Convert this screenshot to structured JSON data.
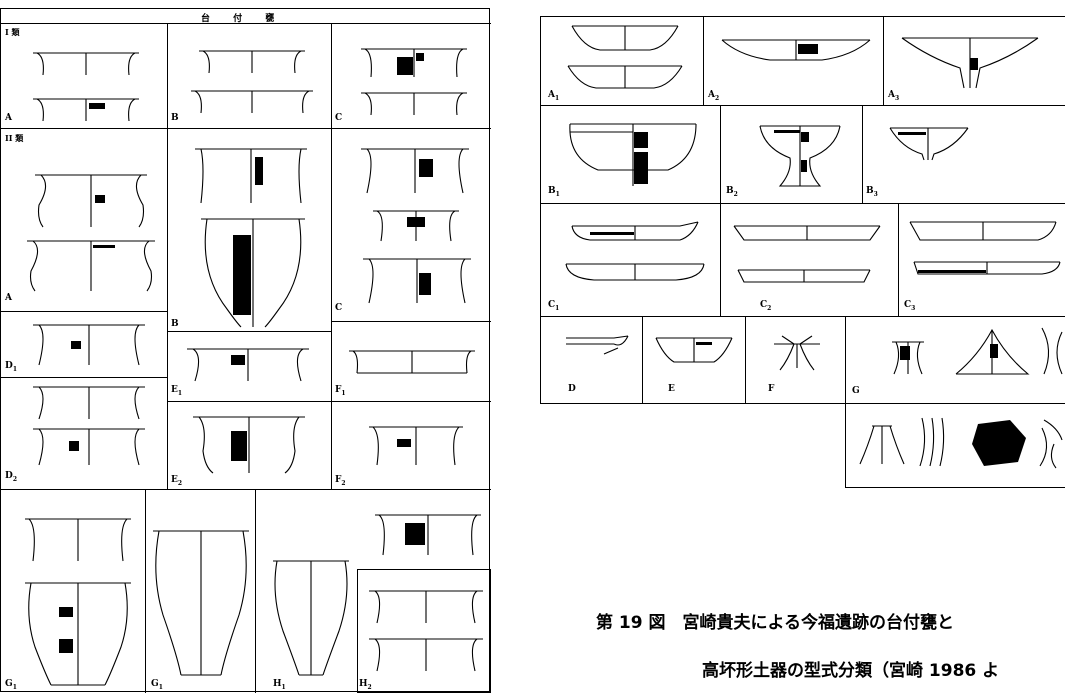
{
  "left_figure": {
    "header": "台 付 甕",
    "class_1": "I 類",
    "class_2": "II 類",
    "labels": {
      "I_A": "A",
      "I_B": "B",
      "I_C": "C",
      "II_A": "A",
      "II_B": "B",
      "II_C": "C",
      "D1": [
        "D",
        "1"
      ],
      "D2": [
        "D",
        "2"
      ],
      "E1": [
        "E",
        "1"
      ],
      "E2": [
        "E",
        "2"
      ],
      "F1": [
        "F",
        "1"
      ],
      "F2": [
        "F",
        "2"
      ],
      "G1a": [
        "G",
        "1"
      ],
      "G1b": [
        "G",
        "1"
      ],
      "H1": [
        "H",
        "1"
      ],
      "H2": [
        "H",
        "2"
      ]
    }
  },
  "right_figure": {
    "labels": {
      "A1": [
        "A",
        "1"
      ],
      "A2": [
        "A",
        "2"
      ],
      "A3": [
        "A",
        "3"
      ],
      "B1": [
        "B",
        "1"
      ],
      "B2": [
        "B",
        "2"
      ],
      "B3": [
        "B",
        "3"
      ],
      "C1": [
        "C",
        "1"
      ],
      "C2": [
        "C",
        "2"
      ],
      "C3": [
        "C",
        "3"
      ],
      "D": [
        "D",
        ""
      ],
      "E": [
        "E",
        ""
      ],
      "F": [
        "F",
        ""
      ],
      "G": [
        "G",
        ""
      ]
    }
  },
  "caption": {
    "line1": "第 19 図　宮崎貴夫による今福遺跡の台付甕と",
    "line2": "高坏形土器の型式分類（宮崎 1986 よ"
  }
}
